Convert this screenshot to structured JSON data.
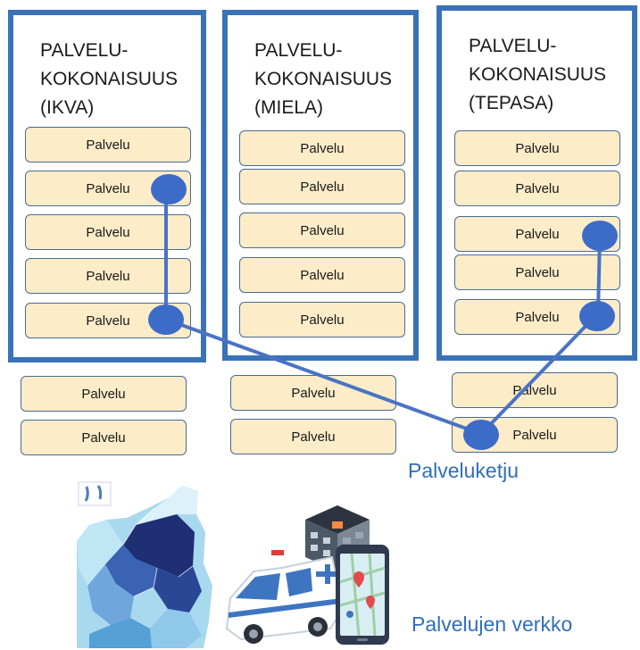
{
  "groups": [
    {
      "title": "PALVELU-\nKOKONAISUUS\n(IKVA)",
      "services": [
        "Palvelu",
        "Palvelu",
        "Palvelu",
        "Palvelu",
        "Palvelu"
      ],
      "extra_services": [
        "Palvelu",
        "Palvelu"
      ]
    },
    {
      "title": "PALVELU-\nKOKONAISUUS\n(MIELA)",
      "services": [
        "Palvelu",
        "Palvelu",
        "Palvelu",
        "Palvelu",
        "Palvelu"
      ],
      "extra_services": [
        "Palvelu",
        "Palvelu"
      ]
    },
    {
      "title": "PALVELU-\nKOKONAISUUS\n(TEPASA)",
      "services": [
        "Palvelu",
        "Palvelu",
        "Palvelu",
        "Palvelu",
        "Palvelu"
      ],
      "extra_services": [
        "Palvelu",
        "Palvelu"
      ]
    }
  ],
  "chain_label": "Palveluketju",
  "network_label": "Palvelujen verkko",
  "colors": {
    "frame": "#3a72b8",
    "service_fill": "#fcecc8",
    "service_border": "#4a6b94",
    "chain_line": "#4a73c4",
    "chain_node": "#3d6bc8",
    "label": "#2f6fb8"
  },
  "icons": [
    "region-map-icon",
    "hospital-building-icon",
    "ambulance-icon",
    "smartphone-map-icon"
  ]
}
